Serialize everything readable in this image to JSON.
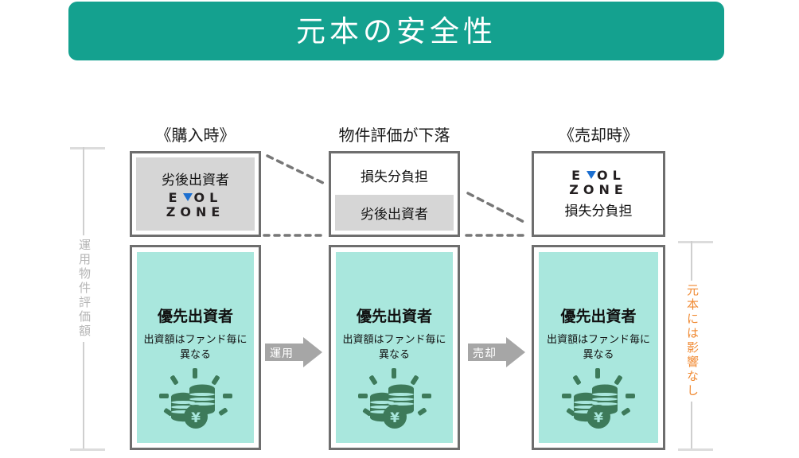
{
  "header": {
    "title": "元本の安全性",
    "bg_color": "#14a18f",
    "text_color": "#ffffff"
  },
  "columns": [
    {
      "id": "purchase",
      "heading": "《購入時》",
      "top_box": {
        "style": "grey",
        "label": "劣後出資者",
        "logo": {
          "line1": "EVOL",
          "line2": "ZONE",
          "accent_color": "#1c6fd0"
        },
        "order": [
          "label",
          "logo"
        ]
      },
      "bottom_box": {
        "title": "優先出資者",
        "subtitle": "出資額はファンド毎に異なる",
        "fill_color": "#a9e7dd",
        "icon": "coin-stack-yen-icon"
      }
    },
    {
      "id": "valuation-drop",
      "heading": "物件評価が下落",
      "top_box": {
        "style": "split",
        "upper_label": "損失分負担",
        "lower_label": "劣後出資者",
        "upper_fill": "#ffffff",
        "lower_fill": "#d6d6d6"
      },
      "bottom_box": {
        "title": "優先出資者",
        "subtitle": "出資額はファンド毎に異なる",
        "fill_color": "#a9e7dd",
        "icon": "coin-stack-yen-icon"
      }
    },
    {
      "id": "sale",
      "heading": "《売却時》",
      "top_box": {
        "style": "white",
        "label": "損失分負担",
        "logo": {
          "line1": "EVOL",
          "line2": "ZONE",
          "accent_color": "#1c6fd0"
        },
        "order": [
          "logo",
          "label"
        ]
      },
      "bottom_box": {
        "title": "優先出資者",
        "subtitle": "出資額はファンド毎に異なる",
        "fill_color": "#a9e7dd",
        "icon": "coin-stack-yen-icon"
      }
    }
  ],
  "arrows": [
    {
      "label": "運用",
      "color": "#a6a6a6"
    },
    {
      "label": "売却",
      "color": "#a6a6a6"
    }
  ],
  "brackets": {
    "left": {
      "label": "運用物件評価額",
      "color": "#b5b5b5"
    },
    "right": {
      "label": "元本には影響なし",
      "color": "#f08a33"
    }
  }
}
